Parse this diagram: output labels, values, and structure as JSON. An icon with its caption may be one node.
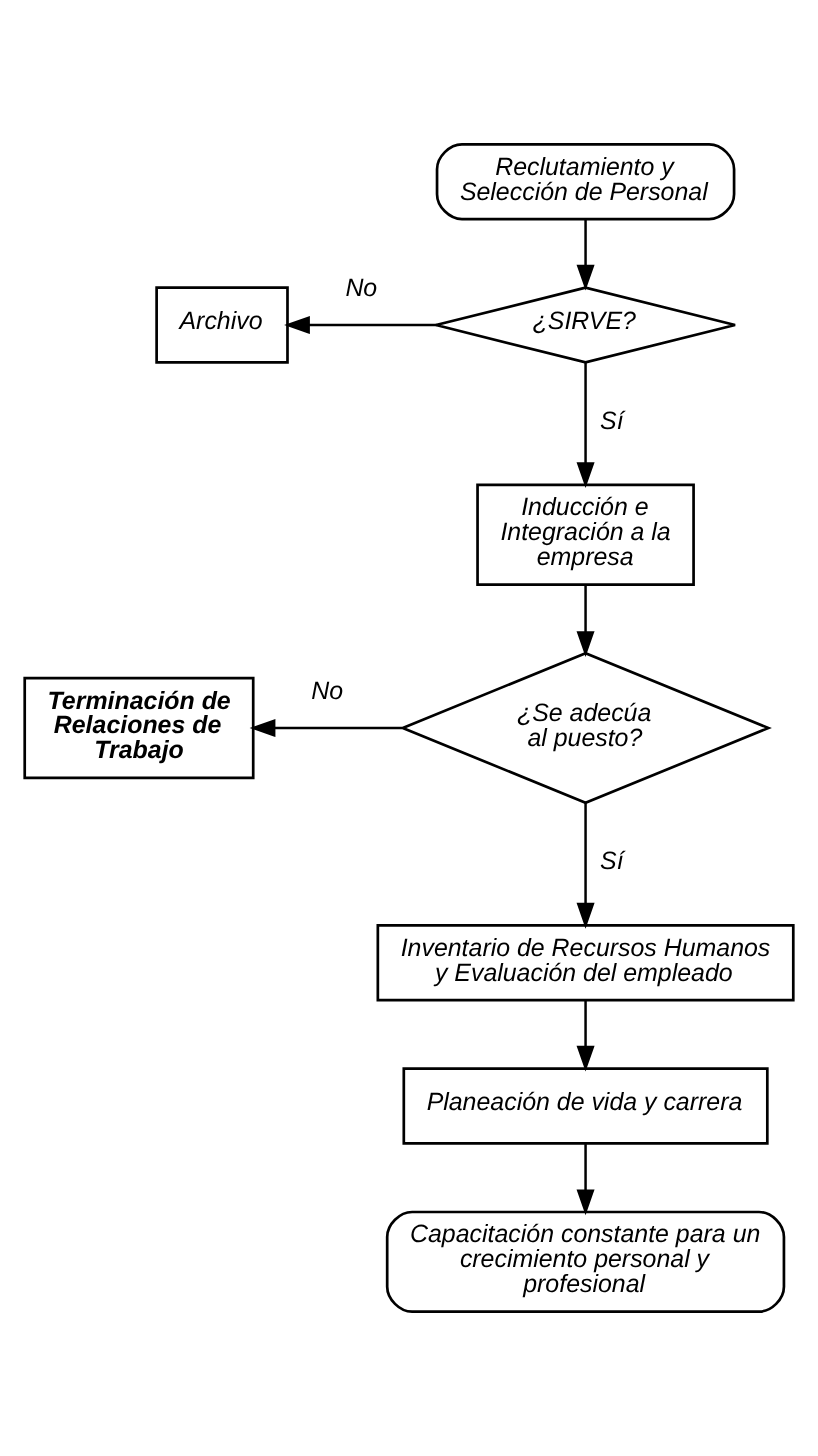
{
  "diagram": {
    "nodes": [
      {
        "text": [
          "Reclutamiento y Selección de Personal"
        ]
      },
      {
        "text": [
          "¿SIRVE?"
        ]
      },
      {
        "text": [
          "Archivo"
        ]
      },
      {
        "text": [
          "Inducción e Integración a la empresa"
        ]
      },
      {
        "text": [
          "¿Se adecúa al puesto?"
        ]
      },
      {
        "text": [
          "Terminación de Relaciones de Trabajo"
        ]
      },
      {
        "text": [
          "Inventario de Recursos Humanos y Evaluación del empleado"
        ]
      },
      {
        "text": [
          "Planeación de vida y carrera"
        ]
      },
      {
        "text": [
          "Capacitación constante para un crecimiento personal y profesional"
        ]
      }
    ],
    "edges": [
      {
        "from": 0,
        "to": 1,
        "arrow": "to"
      },
      {
        "from": 1,
        "to": 2,
        "arrow": "to",
        "label": "No"
      },
      {
        "from": 1,
        "to": 3,
        "arrow": "to",
        "label": "Sí"
      },
      {
        "from": 3,
        "to": 4,
        "arrow": "to"
      },
      {
        "from": 4,
        "to": 5,
        "arrow": "to",
        "label": "No"
      },
      {
        "from": 4,
        "to": 6,
        "arrow": "to",
        "label": "Sí"
      },
      {
        "from": 6,
        "to": 7,
        "arrow": "to"
      },
      {
        "from": 7,
        "to": 8,
        "arrow": "to"
      }
    ]
  }
}
